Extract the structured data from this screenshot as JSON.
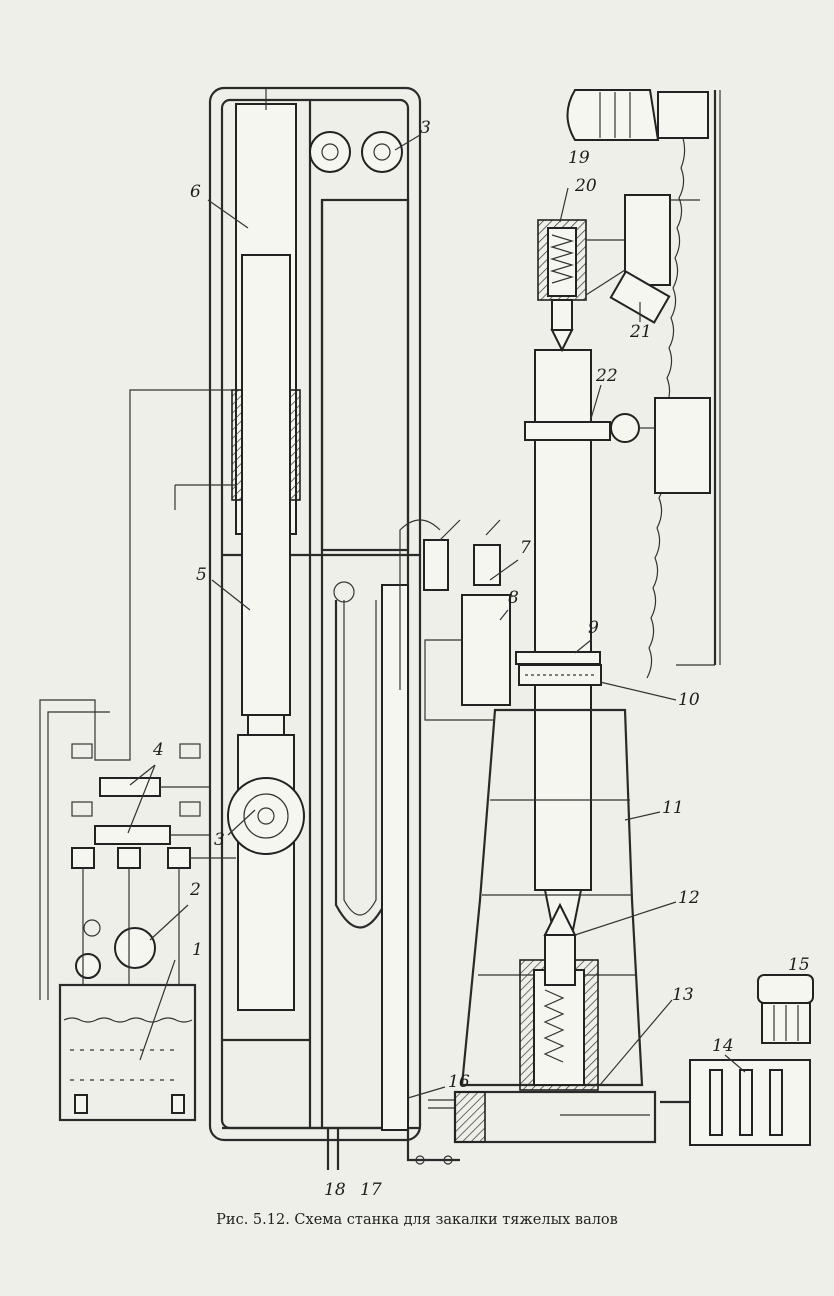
{
  "figure": {
    "caption": "Рис. 5.12. Схема станка для закалки тяжелых валов",
    "labels": [
      "1",
      "2",
      "3",
      "3",
      "4",
      "5",
      "6",
      "7",
      "8",
      "9",
      "10",
      "11",
      "12",
      "13",
      "14",
      "15",
      "16",
      "17",
      "18",
      "19",
      "20",
      "21",
      "22"
    ],
    "colors": {
      "ink": "#222222",
      "paper": "#efefe9"
    }
  }
}
